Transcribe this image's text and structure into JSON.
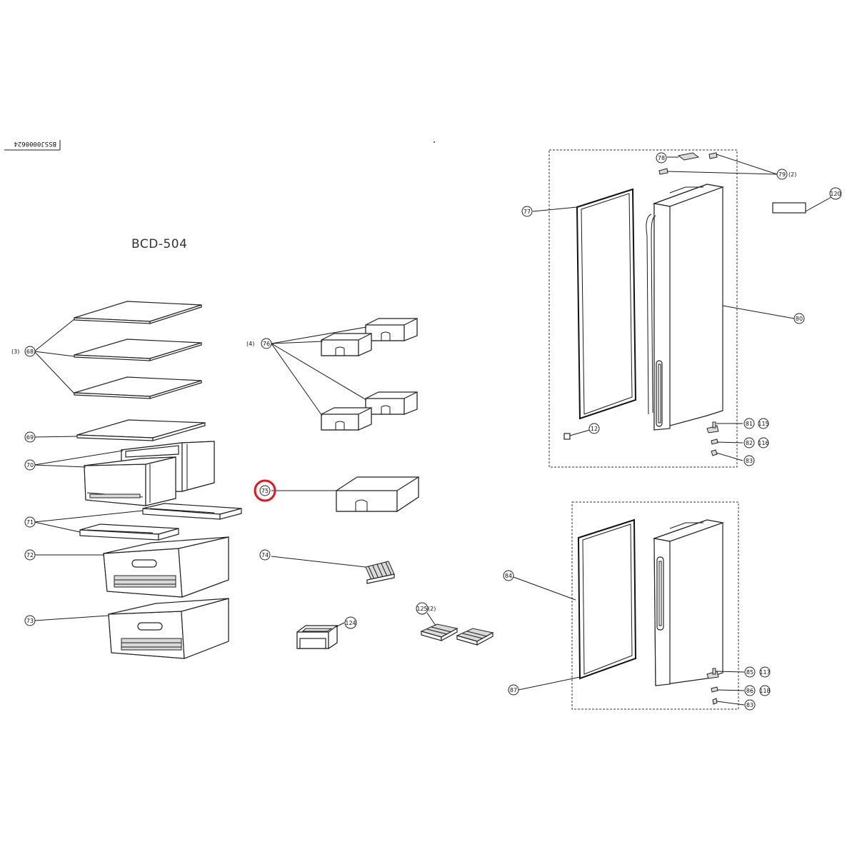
{
  "document": {
    "model": "BCD-504",
    "drawing_code": "BSSJ0000624"
  },
  "callouts": {
    "c68": "68",
    "c68_qty": "(3)",
    "c69": "69",
    "c70": "70",
    "c71": "71",
    "c72": "72",
    "c73": "73",
    "c74": "74",
    "c75": "75",
    "c76": "76",
    "c76_qty": "(4)",
    "c77": "77",
    "c78": "78",
    "c79": "79",
    "c79_qty": "(2)",
    "c80": "80",
    "c81": "81",
    "c82": "82",
    "c83a": "83",
    "c83b": "83",
    "c84": "84",
    "c85": "85",
    "c86": "86",
    "c87": "87",
    "c115": "115",
    "c116": "116",
    "c117": "117",
    "c118": "118",
    "c120": "120",
    "c124": "124",
    "c125": "125",
    "c125_qty": "(2)",
    "c12": "12"
  },
  "highlight": {
    "target": "75",
    "color": "#e8141b"
  },
  "colors": {
    "line": "#1a1a1a",
    "background": "#ffffff"
  }
}
